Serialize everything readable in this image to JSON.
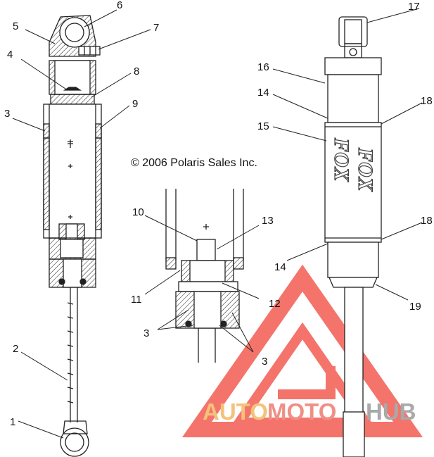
{
  "copyright": "© 2006 Polaris Sales Inc.",
  "brand_mark": "FOX",
  "watermark": {
    "part1": "AUTO",
    "part2": "MOTO",
    "part3": "HUB",
    "colors": {
      "auto": "#f4c27a",
      "moto": "#f08f86",
      "hub": "#a9a9a9",
      "logo": "#f35c52"
    }
  },
  "callouts": {
    "c1": "1",
    "c2": "2",
    "c3a": "3",
    "c3b": "3",
    "c3c": "3",
    "c4": "4",
    "c5": "5",
    "c6": "6",
    "c7": "7",
    "c8": "8",
    "c9": "9",
    "c10": "10",
    "c11": "11",
    "c12": "12",
    "c13": "13",
    "c14a": "14",
    "c14b": "14",
    "c15": "15",
    "c16": "16",
    "c17": "17",
    "c18a": "18",
    "c18b": "18",
    "c19": "19"
  }
}
